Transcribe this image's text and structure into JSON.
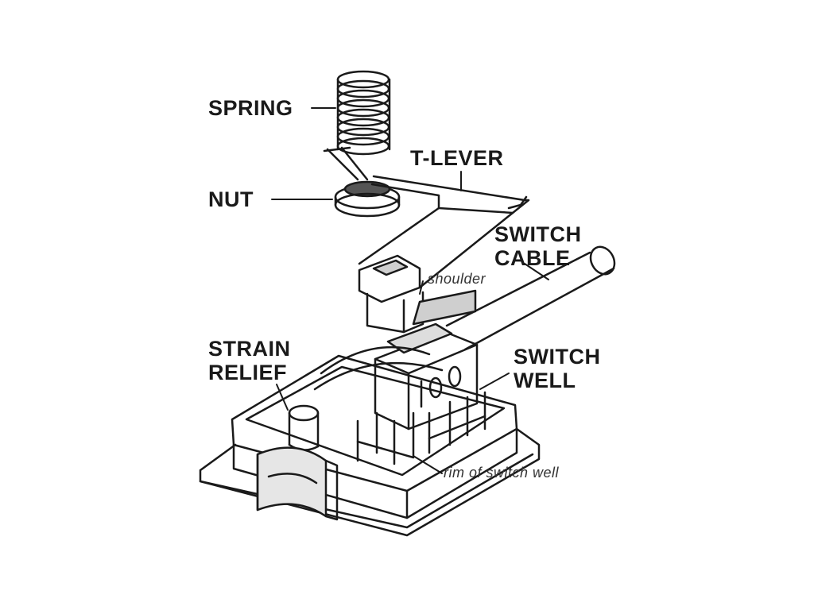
{
  "labels": {
    "spring": "SPRING",
    "t_lever": "T-LEVER",
    "nut": "NUT",
    "switch_cable_line1": "SWITCH",
    "switch_cable_line2": "CABLE",
    "shoulder": "shoulder",
    "strain_relief_line1": "STRAIN",
    "strain_relief_line2": "RELIEF",
    "switch_well_line1": "SWITCH",
    "switch_well_line2": "WELL",
    "rim_of_switch_well": "rim of switch well"
  },
  "colors": {
    "ink": "#1a1a1a",
    "background": "#ffffff",
    "shade": "#cfcfcf"
  }
}
